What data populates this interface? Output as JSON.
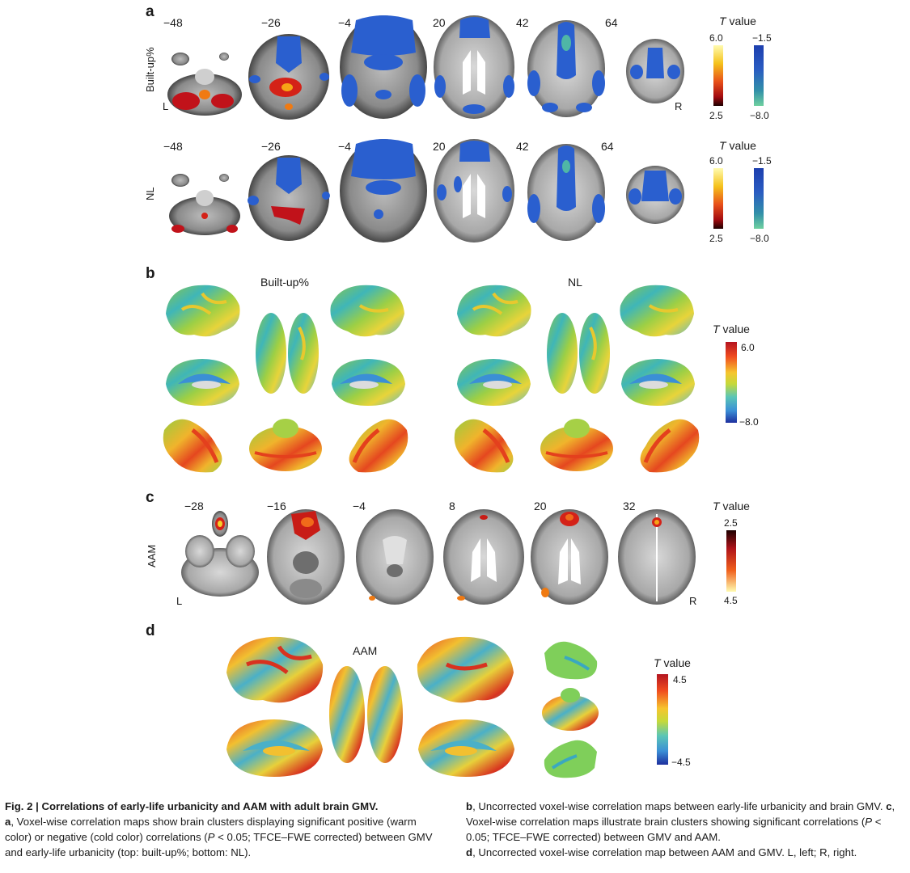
{
  "panel_a": {
    "label": "a",
    "row1_label": "Built-up%",
    "row2_label": "NL",
    "slices": [
      "−48",
      "−26",
      "−4",
      "20",
      "42",
      "64"
    ],
    "left_marker": "L",
    "right_marker": "R",
    "t_title_prefix": "T",
    "t_title_suffix": " value",
    "warm_top": "6.0",
    "warm_bottom": "2.5",
    "cold_top": "−1.5",
    "cold_bottom": "−8.0"
  },
  "panel_b": {
    "label": "b",
    "group1": "Built-up%",
    "group2": "NL",
    "t_title_prefix": "T",
    "t_title_suffix": " value",
    "top": "6.0",
    "bottom": "−8.0"
  },
  "panel_c": {
    "label": "c",
    "row_label": "AAM",
    "slices": [
      "−28",
      "−16",
      "−4",
      "8",
      "20",
      "32"
    ],
    "left_marker": "L",
    "right_marker": "R",
    "t_title_prefix": "T",
    "t_title_suffix": " value",
    "top": "2.5",
    "bottom": "4.5"
  },
  "panel_d": {
    "label": "d",
    "group": "AAM",
    "t_title_prefix": "T",
    "t_title_suffix": " value",
    "top": "4.5",
    "bottom": "−4.5"
  },
  "caption": {
    "title": "Fig. 2 | Correlations of early-life urbanicity and AAM with adult brain GMV.",
    "a_label": "a",
    "a_text": ", Voxel-wise correlation maps show brain clusters displaying significant positive (warm color) or negative (cold color) correlations (",
    "p": "P",
    "a_text2": " < 0.05; TFCE–FWE corrected) between GMV and early-life urbanicity (top: built-up%; bottom: NL).",
    "b_label": "b",
    "b_text": ", Uncorrected voxel-wise correlation maps between early-life urbanicity and brain GMV. ",
    "c_label": "c",
    "c_text": ", Voxel-wise correlation maps illustrate brain clusters showing significant correlations (",
    "c_text2": " < 0.05; TFCE–FWE corrected) between GMV and AAM.",
    "d_label": "d",
    "d_text": ", Uncorrected voxel-wise correlation map between AAM and GMV. L, left; R, right."
  },
  "colors": {
    "warm_scale": [
      "#fffbb0",
      "#f5c21b",
      "#e8501a",
      "#a30b10",
      "#1e0000"
    ],
    "cold_scale": [
      "#1d3fae",
      "#2d6cb9",
      "#3aa08f",
      "#6fd0a0"
    ],
    "jet_scale": [
      "#b41520",
      "#f04b1f",
      "#f6c52e",
      "#c5d93a",
      "#5bc6b6",
      "#3b8fd6",
      "#1d2f9e"
    ],
    "blue_overlay": "#2a5fcf",
    "red_overlay": "#d42218"
  }
}
